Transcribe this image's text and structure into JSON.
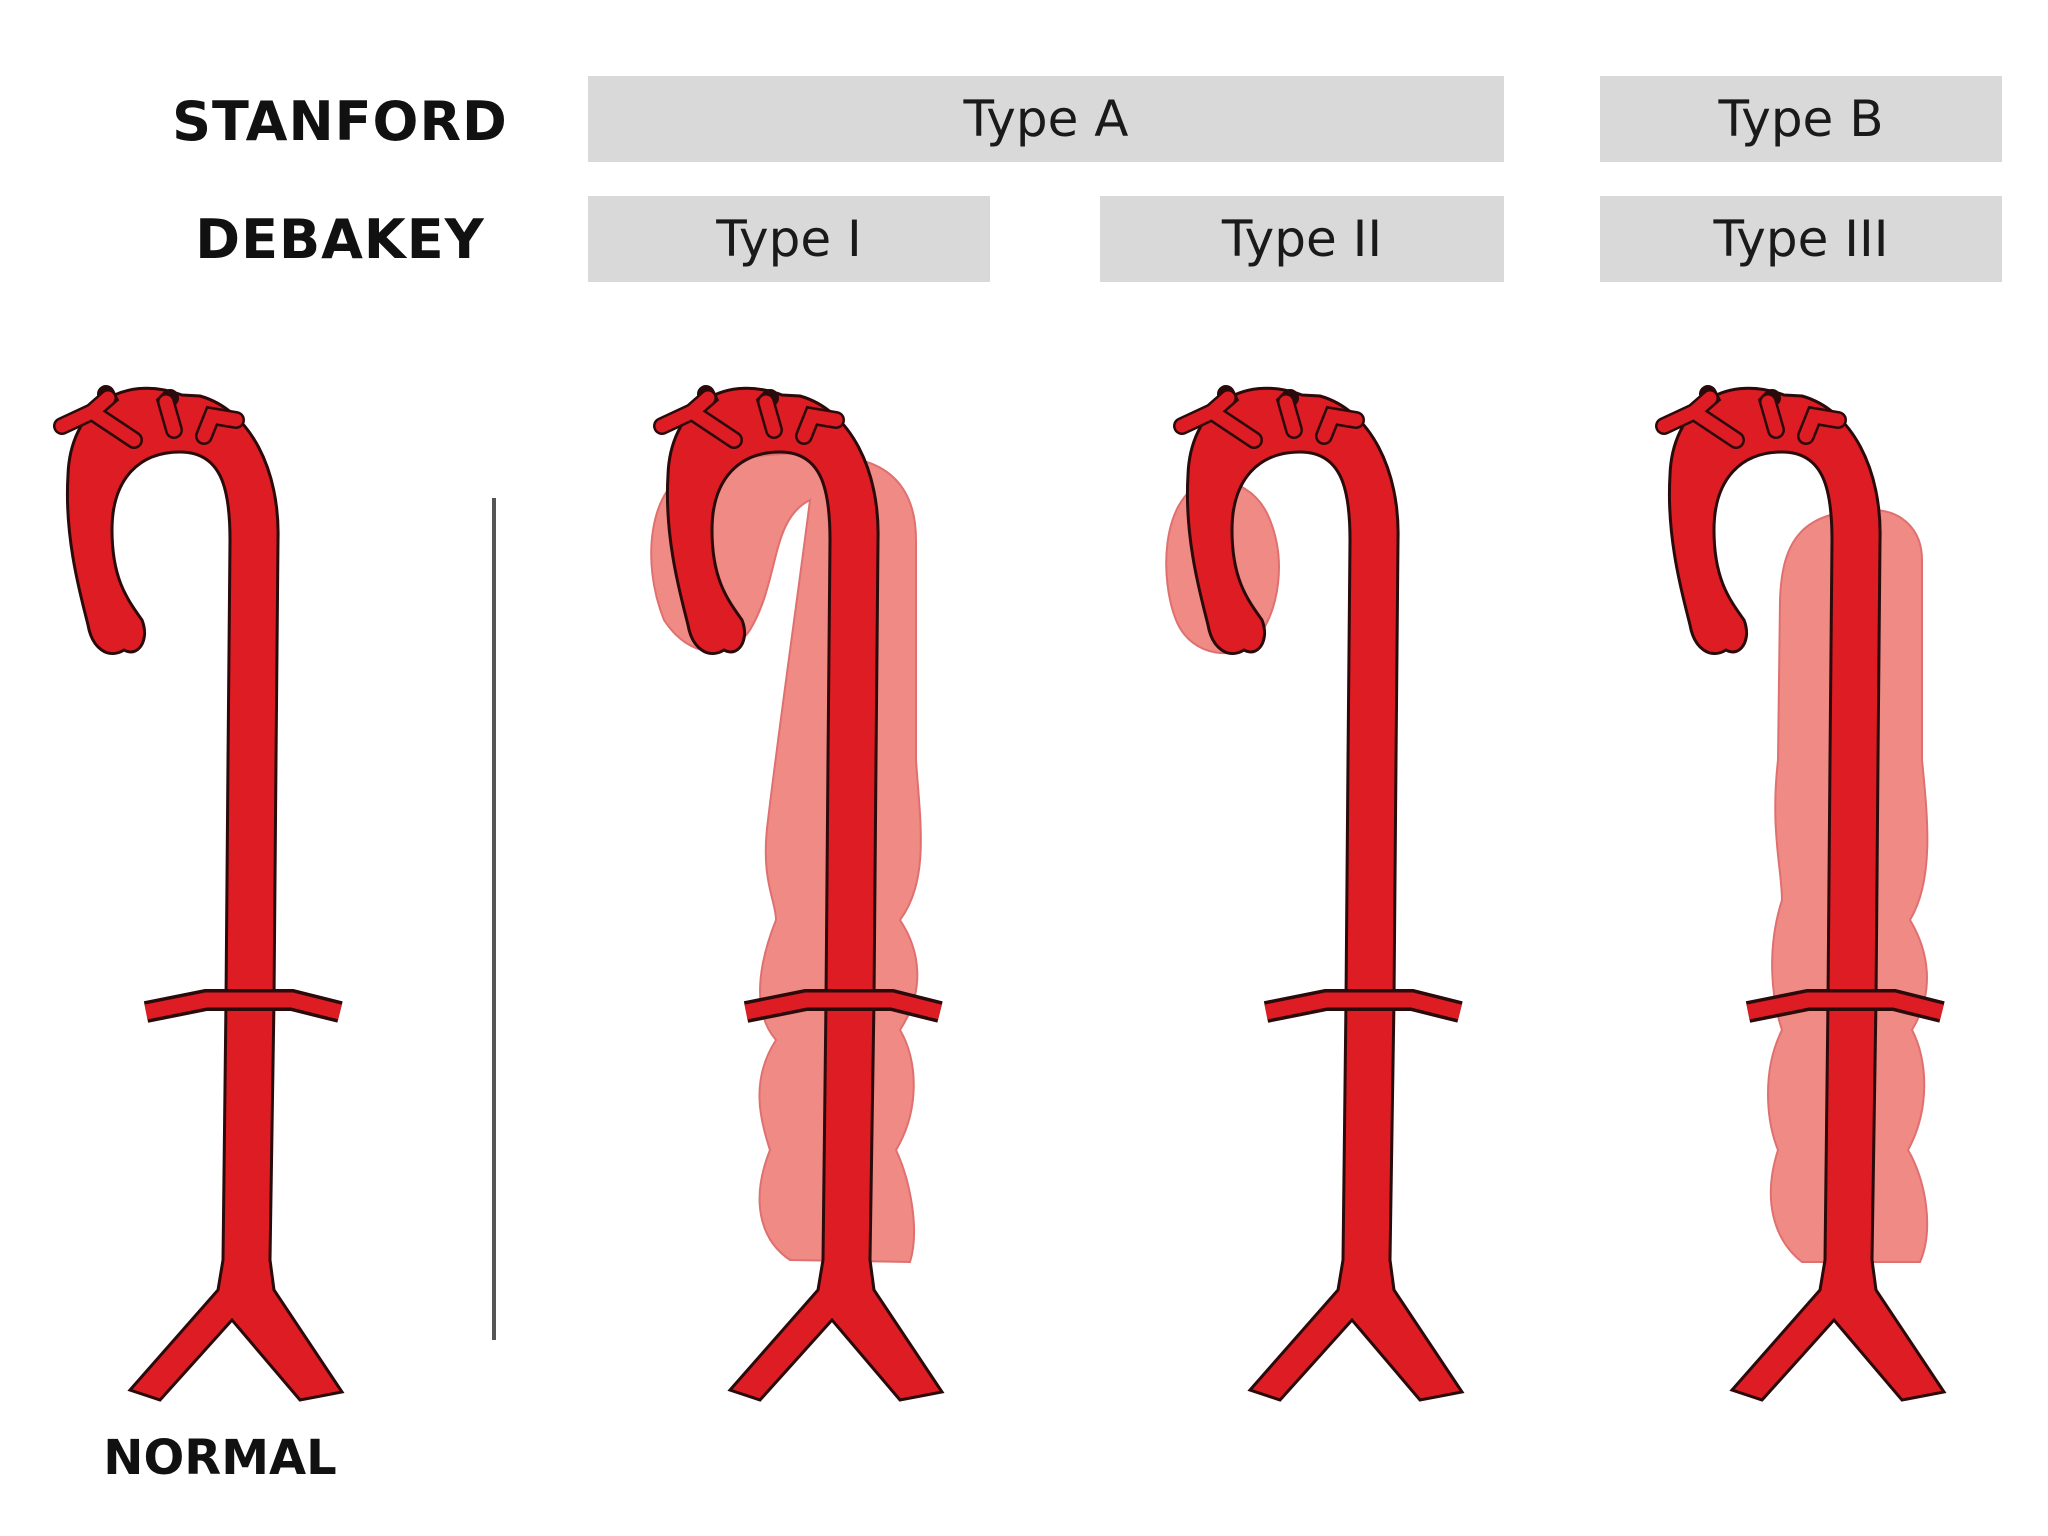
{
  "header": {
    "stanford_label": "STANFORD",
    "debakey_label": "DEBAKEY",
    "stanford_types": {
      "type_a": "Type A",
      "type_b": "Type B"
    },
    "debakey_types": {
      "type_1": "Type I",
      "type_2": "Type II",
      "type_3": "Type III"
    }
  },
  "figures": {
    "normal_label": "NORMAL"
  },
  "colors": {
    "vessel": "#dd1c24",
    "dissection": "#ef8a84",
    "outline": "#2a0a0a",
    "box": "#d9d9d9",
    "divider": "#555555"
  }
}
